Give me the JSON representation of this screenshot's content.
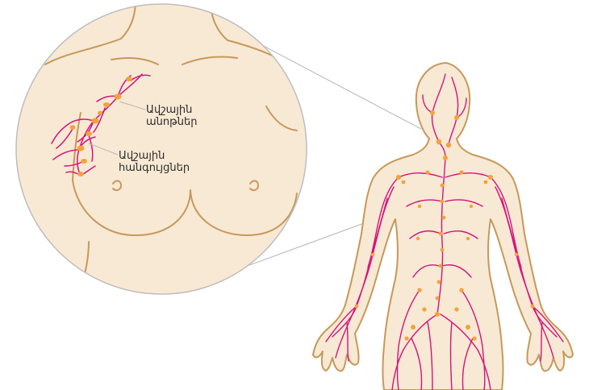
{
  "diagram": {
    "labels": {
      "lymph_vessels": [
        "Ավշային",
        "անոթներ"
      ],
      "lymph_nodes": [
        "Ավշային",
        "հանգույցներ"
      ]
    },
    "colors": {
      "skin": "#f8e9d4",
      "outline": "#c7985a",
      "vessel": "#d6137a",
      "node": "#f2a33a",
      "leader": "#b5b5b5"
    }
  }
}
